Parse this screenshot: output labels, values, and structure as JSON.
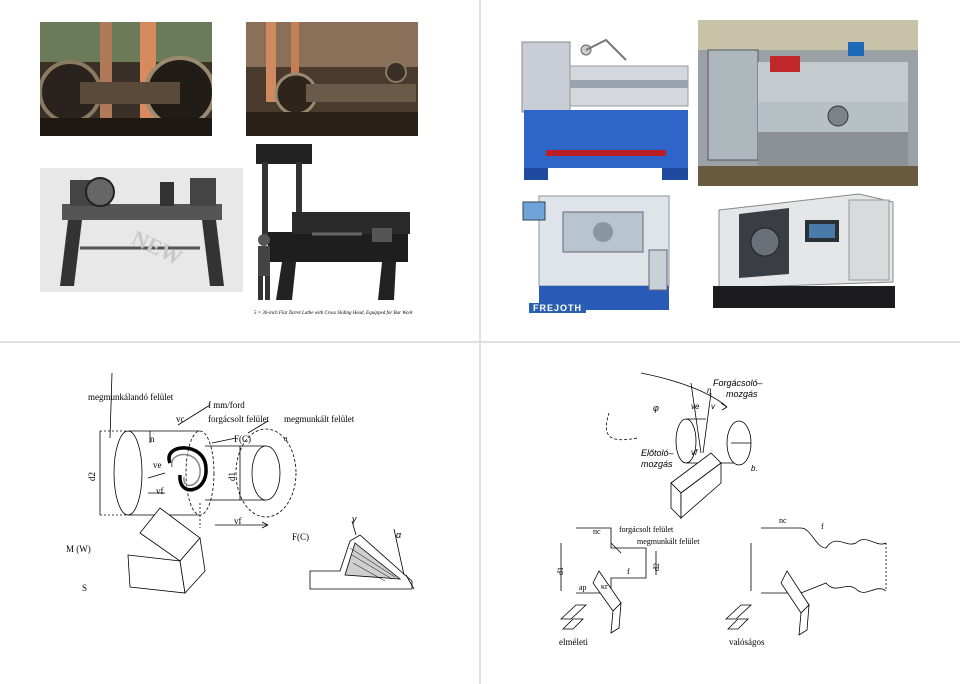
{
  "slide1": {
    "caption": "5 × 36-inch Flat Turret Lathe with Cross Sliding Head, Equipped for Bar Work"
  },
  "slide2": {
    "brand": "FREJOTH"
  },
  "slide3": {
    "labels": {
      "surface_to_machine": "megmunkálandó felület",
      "feed": "f mm/ford",
      "vc": "vc",
      "chip_surface": "forgácsolt felület",
      "machined_surface": "megmunkált felület",
      "n": "n",
      "fc": "F(C)",
      "a": "a",
      "ve": "ve",
      "vf": "vf",
      "d2": "d2",
      "d1": "d1",
      "vf2": "vf",
      "mw": "M (W)",
      "fc2": "F(C)",
      "gamma": "γ",
      "alpha": "α",
      "s": "S"
    }
  },
  "slide4": {
    "labels": {
      "cutting_motion": "Forgácsoló–",
      "cutting_motion2": "mozgás",
      "phi": "φ",
      "ve": "ve",
      "v": "v",
      "eta": "η",
      "feed_motion": "Előtoló–",
      "feed_motion2": "mozgás",
      "vf": "vf",
      "b": "b.",
      "chip_surface": "forgácsolt felület",
      "machined_surface": "megmunkált felület",
      "nc": "nc",
      "f": "f",
      "d1": "d1",
      "d2": "d2",
      "ap": "ap",
      "kr": "κr",
      "theoretical": "elméleti",
      "nc2": "nc",
      "f2": "f",
      "realistic": "valóságos"
    }
  }
}
